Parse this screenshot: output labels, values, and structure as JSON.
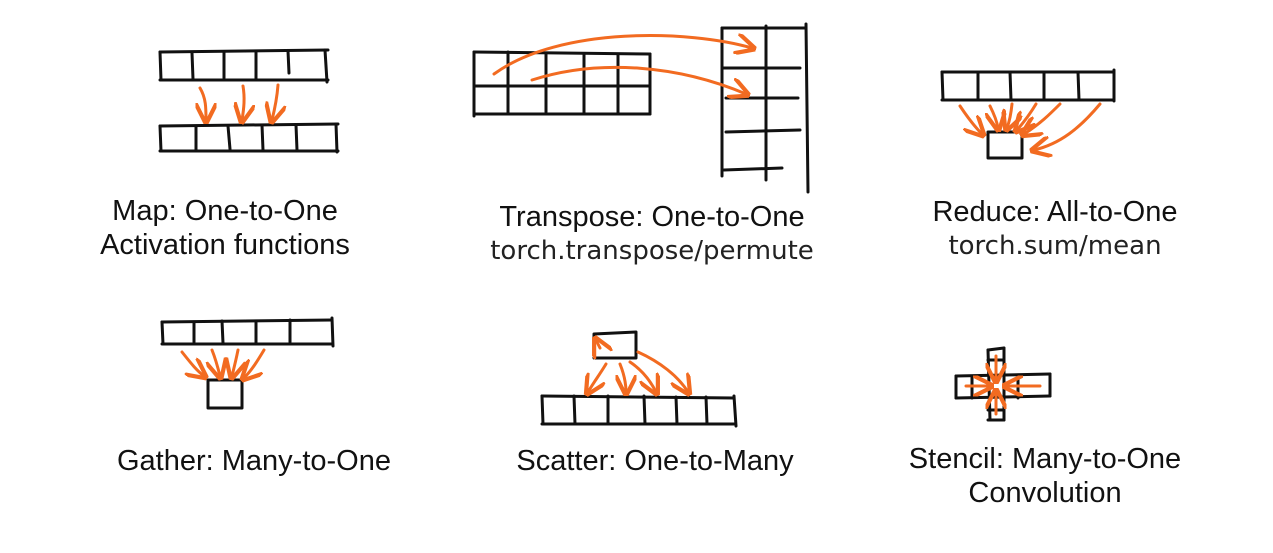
{
  "colors": {
    "ink": "#111111",
    "arrow": "#f26b21",
    "background": "#ffffff"
  },
  "panels": [
    {
      "id": "map",
      "line1": "Map: One-to-One",
      "line2": "Activation functions"
    },
    {
      "id": "transpose",
      "line1": "Transpose: One-to-One",
      "line2": "torch.transpose/permute"
    },
    {
      "id": "reduce",
      "line1": "Reduce: All-to-One",
      "line2": "torch.sum/mean"
    },
    {
      "id": "gather",
      "line1": "Gather: Many-to-One",
      "line2": ""
    },
    {
      "id": "scatter",
      "line1": "Scatter: One-to-Many",
      "line2": ""
    },
    {
      "id": "stencil",
      "line1": "Stencil: Many-to-One",
      "line2": "Convolution"
    }
  ]
}
